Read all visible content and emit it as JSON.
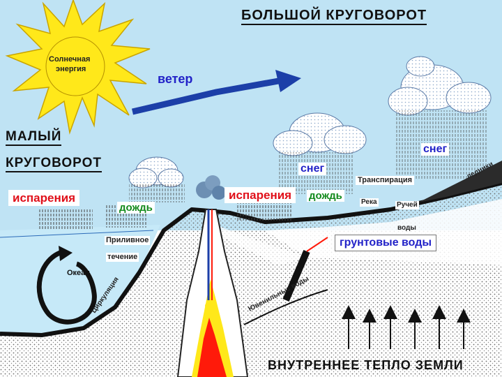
{
  "title_big": "БОЛЬШОЙ КРУГОВОРОТ",
  "title_small_line1": "МАЛЫЙ",
  "title_small_line2": "КРУГОВОРОТ",
  "sun_line1": "Солнечная",
  "sun_line2": "энергия",
  "wind": "ветер",
  "evaporation_left": "испарения",
  "rain_left": "дождь",
  "evaporation_right": "испарения",
  "rain_right": "дождь",
  "snow_middle": "снег",
  "snow_right": "снег",
  "transpiration": "Транспирация",
  "river": "Река",
  "stream": "Ручей",
  "glaciers": "ледники",
  "surface_waters": "воды",
  "groundwater": "грунтовые воды",
  "tidal_line1": "Приливное",
  "tidal_line2": "течение",
  "ocean": "Океан",
  "circulation": "Циркуляция",
  "juvenile_waters": "Ювенильные воды",
  "inner_heat": "ВНУТРЕННЕЕ ТЕПЛО ЗЕМЛИ",
  "colors": {
    "sky": "#bfe3f4",
    "sun": "#ffe81a",
    "arrow": "#1c3fa8",
    "ocean": "#c6e9f8",
    "ground": "#ffffff",
    "lava": "#ff1a0a",
    "red_text": "#e0101a",
    "green_text": "#138a1c",
    "blue_text": "#2222c8"
  }
}
